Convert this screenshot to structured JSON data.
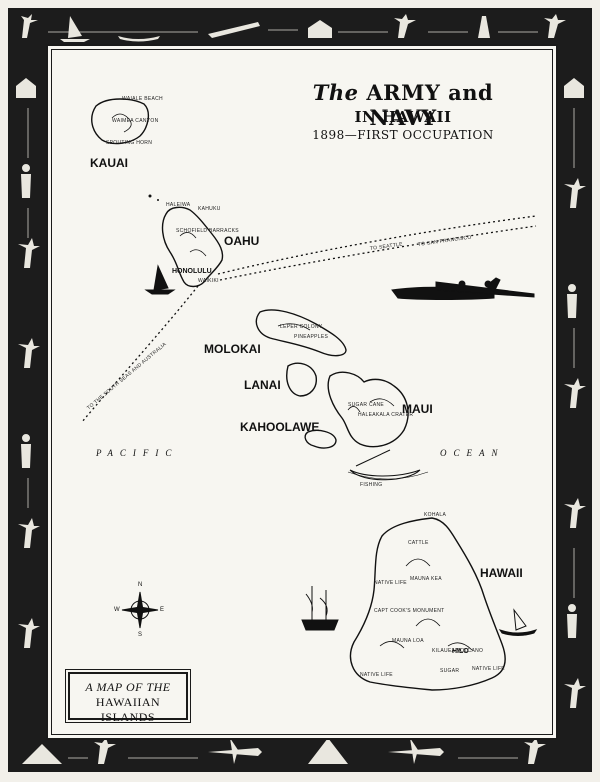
{
  "title": {
    "line1_italic": "The",
    "line1_rest": "ARMY and NAVY",
    "line2": "IN HAWAII",
    "line3": "1898—FIRST OCCUPATION"
  },
  "islands": {
    "kauai": "KAUAI",
    "oahu": "OAHU",
    "molokai": "MOLOKAI",
    "lanai": "LANAI",
    "maui": "MAUI",
    "kahoolawe": "KAHOOLAWE",
    "hawaii": "HAWAII"
  },
  "places": {
    "honolulu": "HONOLULU",
    "hilo": "HILO",
    "waialae_beach": "WAIALE BEACH",
    "haleiwa": "HALEIWA",
    "kahuku": "KAHUKU",
    "kohala": "KOHALA",
    "mauna_kea": "MAUNA KEA",
    "mauna_loa": "MAUNA LOA",
    "kilauea": "KILAUEA VOLCANO",
    "captain_cook": "CAPT COOK'S MONUMENT",
    "native_life_1": "NATIVE LIFE",
    "native_life_2": "NATIVE LIFE",
    "native_life_3": "NATIVE LIFE",
    "sugar": "SUGAR",
    "cattle": "CATTLE",
    "leper_colony": "LEPER COLONY",
    "haleakala": "HALEAKALA CRATER",
    "pineapples": "PINEAPPLES",
    "fishing": "FISHING",
    "sugar_cane": "SUGAR CANE",
    "spouting_horn": "SPOUTING HORN",
    "waimea_canyon": "WAIMEA CANYON",
    "schofield": "SCHOFIELD BARRACKS",
    "waikiki": "WAIKIKI"
  },
  "ocean": {
    "left": "PACIFIC",
    "right": "OCEAN"
  },
  "routes": {
    "seattle": "TO SEATTLE",
    "san_francisco": "TO SAN FRANCISCO",
    "south_seas": "TO THE SOUTH SEAS AND AUSTRALIA"
  },
  "compass": {
    "n": "N",
    "s": "S",
    "e": "E",
    "w": "W"
  },
  "cartouche": {
    "line1": "A MAP OF THE",
    "line2": "HAWAIIAN ISLANDS"
  },
  "colors": {
    "ink": "#111111",
    "paper": "#f7f6f1",
    "border": "#1c1c1c"
  }
}
